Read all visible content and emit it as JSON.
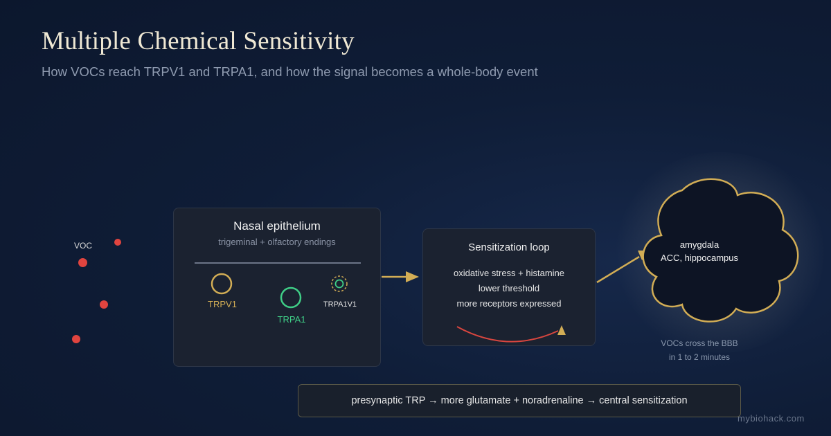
{
  "title": "Multiple Chemical Sensitivity",
  "subtitle": "How VOCs reach TRPV1 and TRPA1, and how the signal becomes a whole-body event",
  "voc": {
    "label": "VOC"
  },
  "nasal": {
    "title": "Nasal epithelium",
    "subtitle": "trigeminal + olfactory endings",
    "receptors": [
      {
        "label": "TRPV1",
        "color": "#d2ad55"
      },
      {
        "label": "TRPA1",
        "color": "#3fcd86"
      },
      {
        "label": "TRPA1V1",
        "color": "#e6e6e6"
      }
    ]
  },
  "loop": {
    "title": "Sensitization loop",
    "lines": [
      "oxidative stress + histamine",
      "lower threshold",
      "more receptors expressed"
    ]
  },
  "brain": {
    "line1": "amygdala",
    "line2": "ACC, hippocampus"
  },
  "bbb": {
    "line1": "VOCs cross the BBB",
    "line2": "in 1 to 2 minutes"
  },
  "bottom": {
    "text": "presynaptic TRP → more glutamate + noradrenaline → central sensitization"
  },
  "brand": "mybiohack.com",
  "colors": {
    "accent": "#d2ad55",
    "trpa1": "#3fcd86",
    "voc": "#e0443f",
    "loop_arc": "#d9463f"
  }
}
